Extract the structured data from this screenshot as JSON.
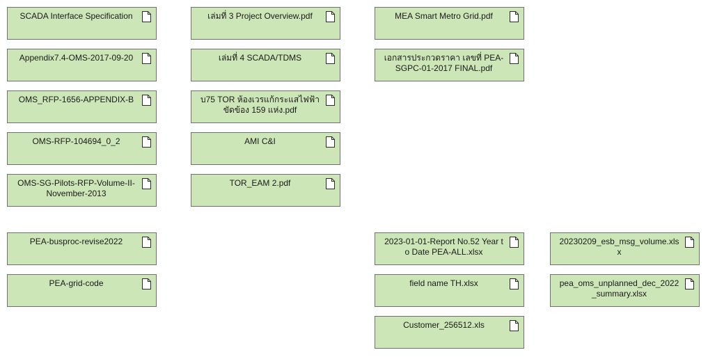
{
  "icon": "file-icon",
  "colors": {
    "card_fill": "#cde6b7",
    "card_border": "#6f6f6f",
    "text": "#1a1a1a"
  },
  "files": [
    {
      "label": "SCADA Interface Specification"
    },
    {
      "label": "เล่มที่ 3 Project Overview.pdf"
    },
    {
      "label": "MEA Smart Metro Grid.pdf"
    },
    {
      "label": "Appendix7.4-OMS-2017-09-20"
    },
    {
      "label": "เล่มที่ 4 SCADA/TDMS"
    },
    {
      "label": "เอกสารประกวดราคา เลขที่ PEA-SGPC-01-2017 FINAL.pdf"
    },
    {
      "label": "OMS_RFP-1656-APPENDIX-B"
    },
    {
      "label": "บ75 TOR ห้องเวรแก้กระแสไฟฟ้าขัดข้อง 159 แห่ง.pdf"
    },
    {
      "label": "OMS-RFP-104694_0_2"
    },
    {
      "label": "AMI C&I"
    },
    {
      "label": "OMS-SG-Pilots-RFP-Volume-II-November-2013"
    },
    {
      "label": "TOR_EAM 2.pdf"
    },
    {
      "label": "PEA-busproc-revise2022"
    },
    {
      "label": "2023-01-01-Report No.52 Year to Date PEA-ALL.xlsx"
    },
    {
      "label": "20230209_esb_msg_volume.xlsx"
    },
    {
      "label": "PEA-grid-code"
    },
    {
      "label": "field name TH.xlsx"
    },
    {
      "label": "pea_oms_unplanned_dec_2022_summary.xlsx"
    },
    {
      "label": "Customer_256512.xls"
    }
  ]
}
